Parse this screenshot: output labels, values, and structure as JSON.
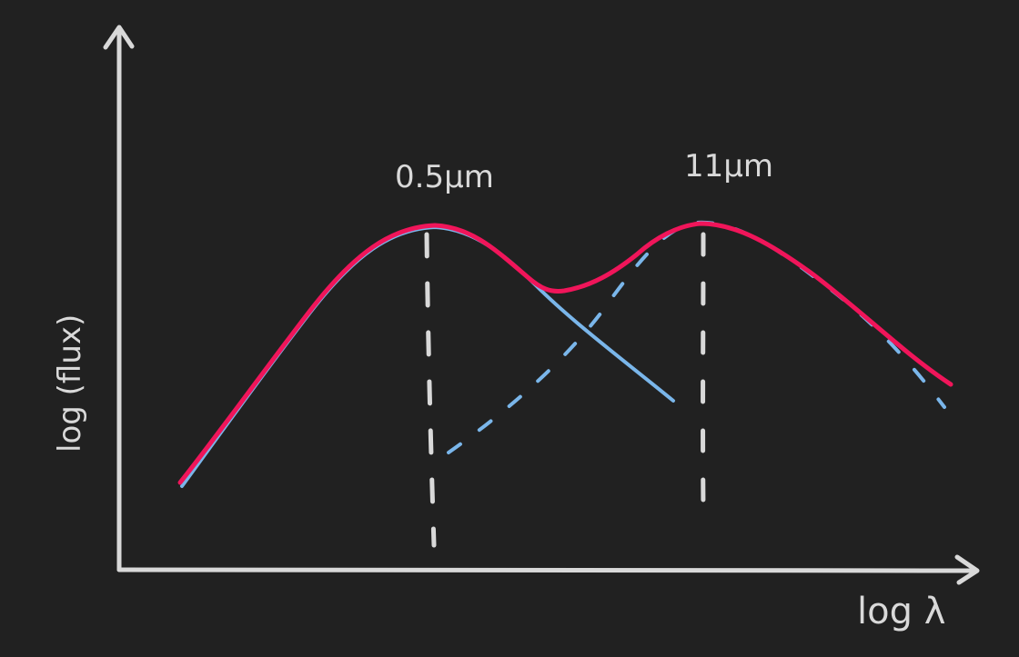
{
  "diagram": {
    "x_axis_label": "log λ",
    "y_axis_label": "log (flux)",
    "peak_labels": [
      "0.5μm",
      "11μm"
    ],
    "colors": {
      "background": "#212121",
      "axes": "#d9d9d9",
      "total_curve": "#f0155a",
      "component_curves": "#7ab6ea",
      "markers": "#d9d9d9"
    }
  }
}
